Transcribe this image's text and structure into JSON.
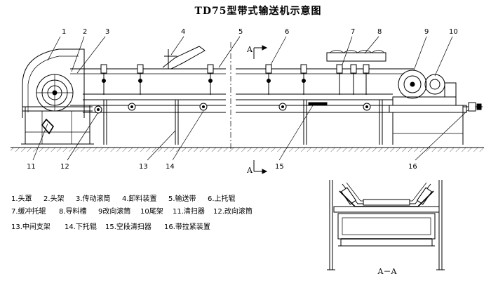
{
  "title": "TD75型带式输送机示意图",
  "section_marks": {
    "top": "A",
    "bottom": "A"
  },
  "section_view_label": "A－A",
  "callouts": [
    "1",
    "2",
    "3",
    "4",
    "5",
    "6",
    "7",
    "8",
    "9",
    "10",
    "11",
    "12",
    "13",
    "14",
    "15",
    "16"
  ],
  "legend": [
    [
      "1.头罩",
      "2.头架",
      "3.传动滚筒",
      "4.卸料装置",
      "5.输送带",
      "6.上托辊"
    ],
    [
      "7.缓冲托辊",
      "8.导料槽",
      "9改向滚筒",
      "10尾架",
      "11.清扫器",
      "12.改向滚筒"
    ],
    [
      "13.中间支架",
      "14.下托辊",
      "15.空段清扫器",
      "16.带拉紧装置"
    ]
  ]
}
